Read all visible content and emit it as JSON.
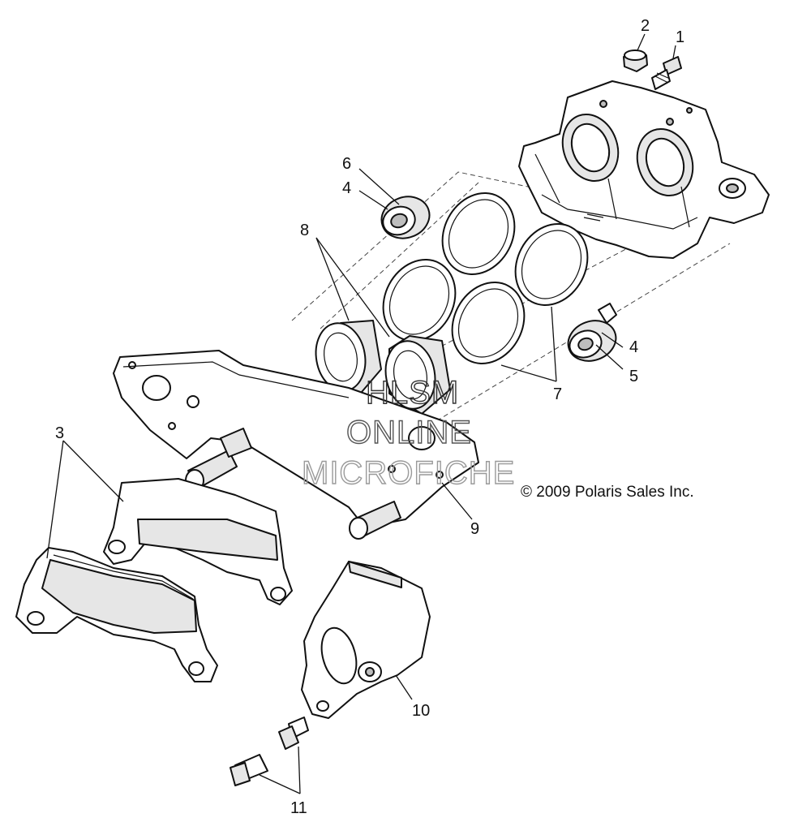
{
  "callouts": {
    "c1": "1",
    "c2": "2",
    "c3": "3",
    "c4a": "4",
    "c4b": "4",
    "c5": "5",
    "c6": "6",
    "c7": "7",
    "c8": "8",
    "c9": "9",
    "c10": "10",
    "c11": "11"
  },
  "copyright": "© 2009 Polaris Sales Inc.",
  "watermark": {
    "line1": "HLSM",
    "line2": "ONLINE",
    "line3": "MICROFICHE"
  }
}
